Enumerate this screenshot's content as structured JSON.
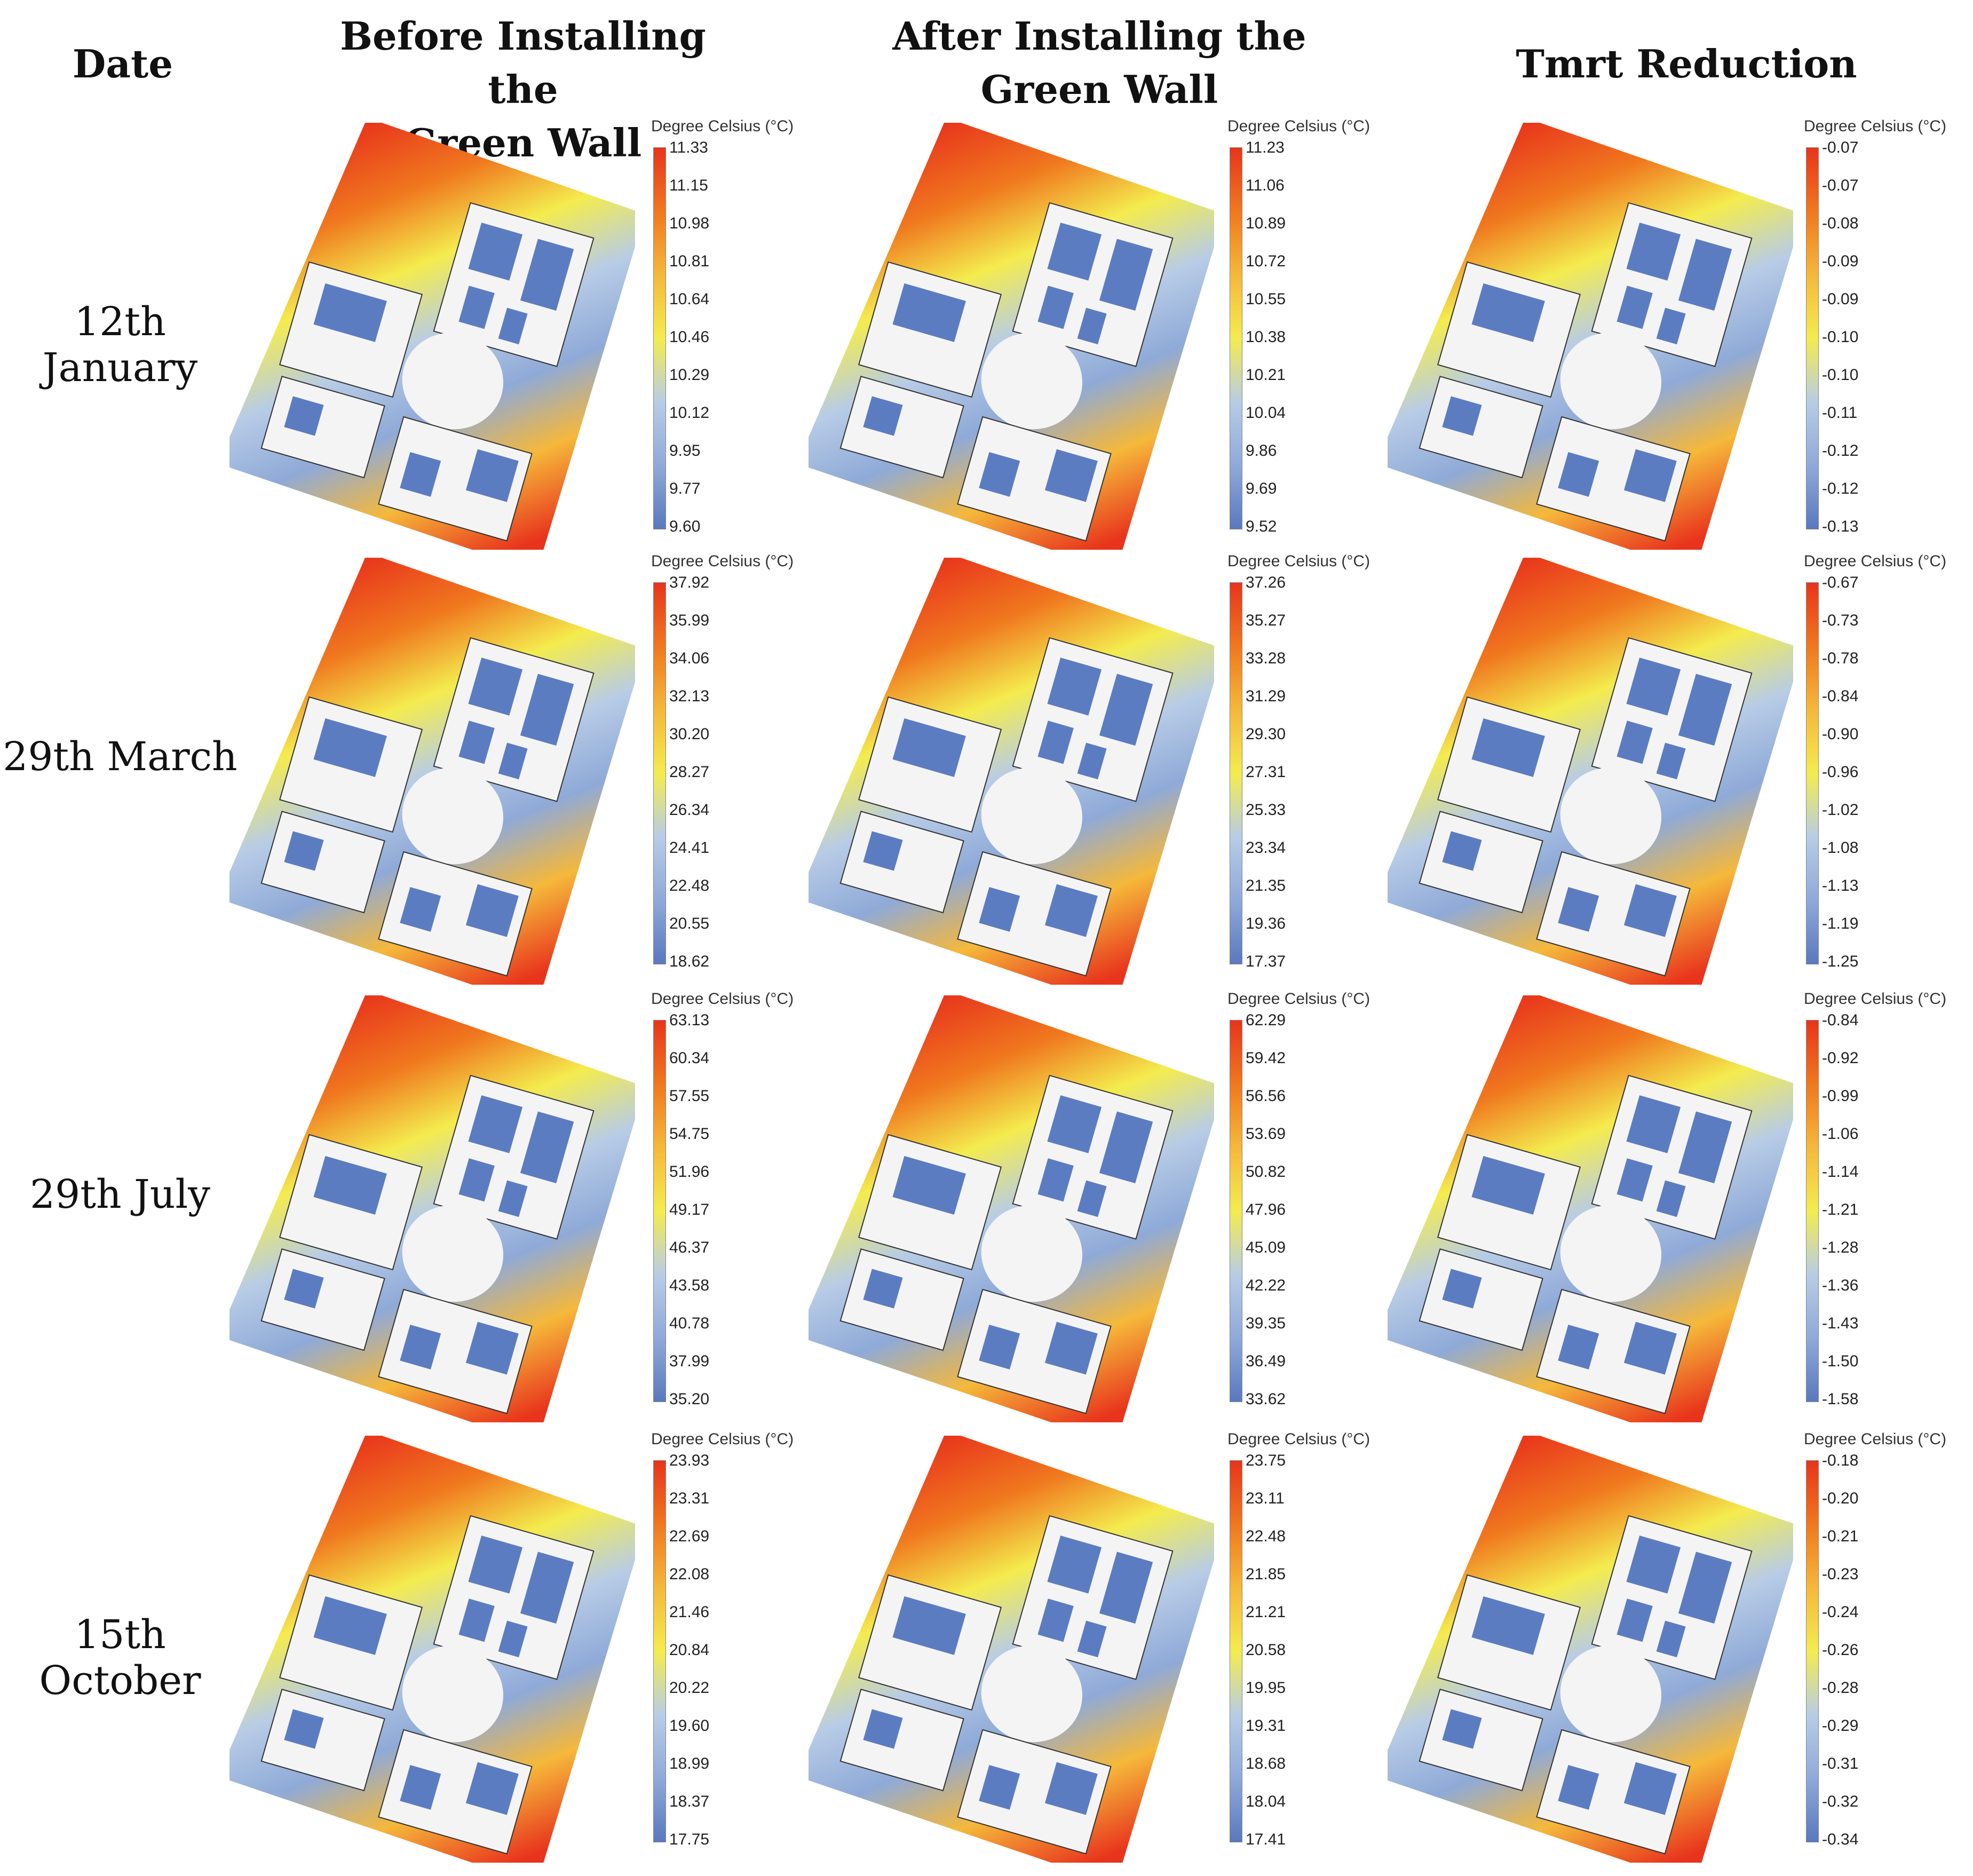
{
  "headers": {
    "date": "Date",
    "before": [
      "Before Installing the",
      "Green Wall"
    ],
    "after": [
      "After Installing the",
      "Green Wall"
    ],
    "reduction": "Tmrt Reduction"
  },
  "legend_title": "Degree Celsius (°C)",
  "colors": {
    "ramp": [
      "#e8341c",
      "#f0781e",
      "#f5b83a",
      "#f4ec4e",
      "#b8cce6",
      "#8faad8",
      "#5a78be"
    ],
    "building": "#f4f4f4",
    "building_outline": "#333333",
    "roof": "#5c7cc2"
  },
  "rows": [
    {
      "date": "12th January",
      "before": [
        "11.33",
        "11.15",
        "10.98",
        "10.81",
        "10.64",
        "10.46",
        "10.29",
        "10.12",
        "9.95",
        "9.77",
        "9.60"
      ],
      "after": [
        "11.23",
        "11.06",
        "10.89",
        "10.72",
        "10.55",
        "10.38",
        "10.21",
        "10.04",
        "9.86",
        "9.69",
        "9.52"
      ],
      "reduction": [
        "-0.07",
        "-0.07",
        "-0.08",
        "-0.09",
        "-0.09",
        "-0.10",
        "-0.10",
        "-0.11",
        "-0.12",
        "-0.12",
        "-0.13"
      ]
    },
    {
      "date": "29th March",
      "before": [
        "37.92",
        "35.99",
        "34.06",
        "32.13",
        "30.20",
        "28.27",
        "26.34",
        "24.41",
        "22.48",
        "20.55",
        "18.62"
      ],
      "after": [
        "37.26",
        "35.27",
        "33.28",
        "31.29",
        "29.30",
        "27.31",
        "25.33",
        "23.34",
        "21.35",
        "19.36",
        "17.37"
      ],
      "reduction": [
        "-0.67",
        "-0.73",
        "-0.78",
        "-0.84",
        "-0.90",
        "-0.96",
        "-1.02",
        "-1.08",
        "-1.13",
        "-1.19",
        "-1.25"
      ]
    },
    {
      "date": "29th July",
      "before": [
        "63.13",
        "60.34",
        "57.55",
        "54.75",
        "51.96",
        "49.17",
        "46.37",
        "43.58",
        "40.78",
        "37.99",
        "35.20"
      ],
      "after": [
        "62.29",
        "59.42",
        "56.56",
        "53.69",
        "50.82",
        "47.96",
        "45.09",
        "42.22",
        "39.35",
        "36.49",
        "33.62"
      ],
      "reduction": [
        "-0.84",
        "-0.92",
        "-0.99",
        "-1.06",
        "-1.14",
        "-1.21",
        "-1.28",
        "-1.36",
        "-1.43",
        "-1.50",
        "-1.58"
      ]
    },
    {
      "date": "15th October",
      "before": [
        "23.93",
        "23.31",
        "22.69",
        "22.08",
        "21.46",
        "20.84",
        "20.22",
        "19.60",
        "18.99",
        "18.37",
        "17.75"
      ],
      "after": [
        "23.75",
        "23.11",
        "22.48",
        "21.85",
        "21.21",
        "20.58",
        "19.95",
        "19.31",
        "18.68",
        "18.04",
        "17.41"
      ],
      "reduction": [
        "-0.18",
        "-0.20",
        "-0.21",
        "-0.23",
        "-0.24",
        "-0.26",
        "-0.28",
        "-0.29",
        "-0.31",
        "-0.32",
        "-0.34"
      ]
    }
  ]
}
